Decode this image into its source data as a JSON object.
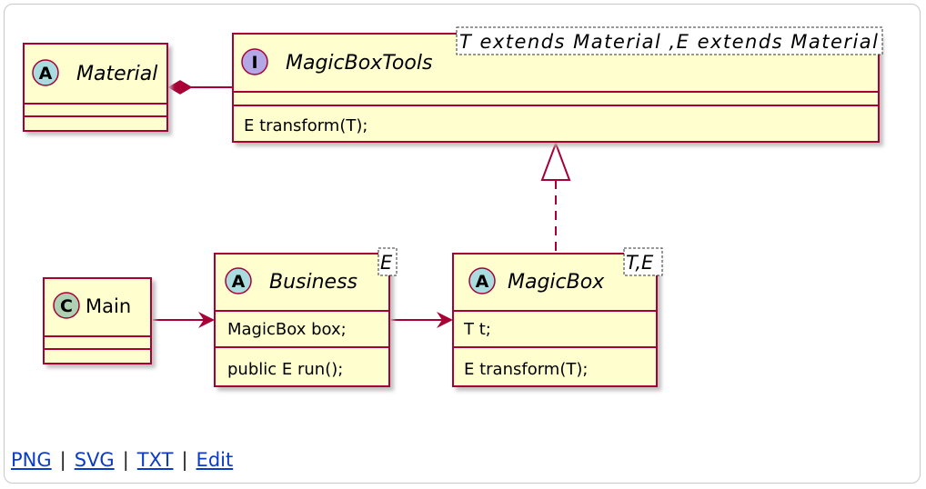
{
  "diagram": {
    "classes": {
      "material": {
        "stereotype_letter": "A",
        "name": "Material",
        "fields": [],
        "methods": []
      },
      "magic_box_tools": {
        "stereotype_letter": "I",
        "name": "MagicBoxTools",
        "generic": "T extends Material ,E extends Material",
        "fields": [],
        "methods": [
          "E transform(T);"
        ]
      },
      "main": {
        "stereotype_letter": "C",
        "name": "Main",
        "fields": [],
        "methods": []
      },
      "business": {
        "stereotype_letter": "A",
        "name": "Business",
        "generic": "E",
        "fields": [
          "MagicBox box;"
        ],
        "methods": [
          "public E run();"
        ]
      },
      "magic_box": {
        "stereotype_letter": "A",
        "name": "MagicBox",
        "generic": "T,E",
        "fields": [
          "T t;"
        ],
        "methods": [
          "E transform(T);"
        ]
      }
    },
    "relations": [
      {
        "from": "Material",
        "to": "MagicBoxTools",
        "type": "composition"
      },
      {
        "from": "MagicBox",
        "to": "MagicBoxTools",
        "type": "realization"
      },
      {
        "from": "Main",
        "to": "Business",
        "type": "association"
      },
      {
        "from": "Business",
        "to": "MagicBox",
        "type": "association"
      }
    ],
    "colors": {
      "class_fill": "#fefece",
      "class_border": "#a80036",
      "shadow": "#c4c4c4",
      "abstract_badge": "#a9dcdf",
      "interface_badge": "#b4a7e5",
      "class_badge": "#add1b2"
    }
  },
  "footer": {
    "links": [
      "PNG",
      "SVG",
      "TXT",
      "Edit"
    ],
    "separator": "|"
  }
}
